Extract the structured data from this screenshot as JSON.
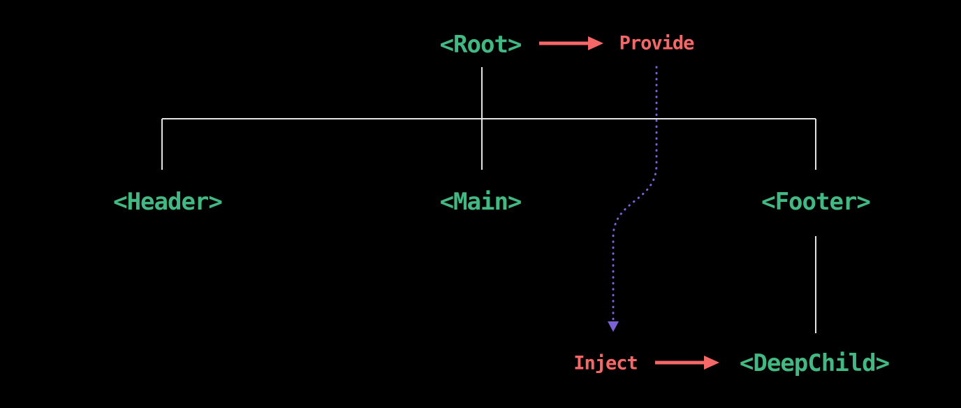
{
  "diagram": {
    "title": "provide-inject-component-tree",
    "nodes": {
      "root": {
        "label": "<Root>"
      },
      "header": {
        "label": "<Header>"
      },
      "main": {
        "label": "<Main>"
      },
      "footer": {
        "label": "<Footer>"
      },
      "deepchild": {
        "label": "<DeepChild>"
      }
    },
    "annotations": {
      "provide": {
        "label": "Provide"
      },
      "inject": {
        "label": "Inject"
      }
    },
    "edges": [
      {
        "from": "Root",
        "to": "Header",
        "type": "tree-line"
      },
      {
        "from": "Root",
        "to": "Main",
        "type": "tree-line"
      },
      {
        "from": "Root",
        "to": "Footer",
        "type": "tree-line"
      },
      {
        "from": "Footer",
        "to": "DeepChild",
        "type": "tree-line"
      },
      {
        "from": "Root",
        "to": "Provide",
        "type": "solid-arrow"
      },
      {
        "from": "Provide",
        "to": "Inject",
        "type": "dotted-flow-arrow"
      },
      {
        "from": "Inject",
        "to": "DeepChild",
        "type": "solid-arrow"
      }
    ],
    "colors": {
      "background": "#000000",
      "component": "#42b883",
      "accent_red": "#f66868",
      "flow_purple": "#7b61d6",
      "tree_line": "#e3e3e3"
    }
  }
}
